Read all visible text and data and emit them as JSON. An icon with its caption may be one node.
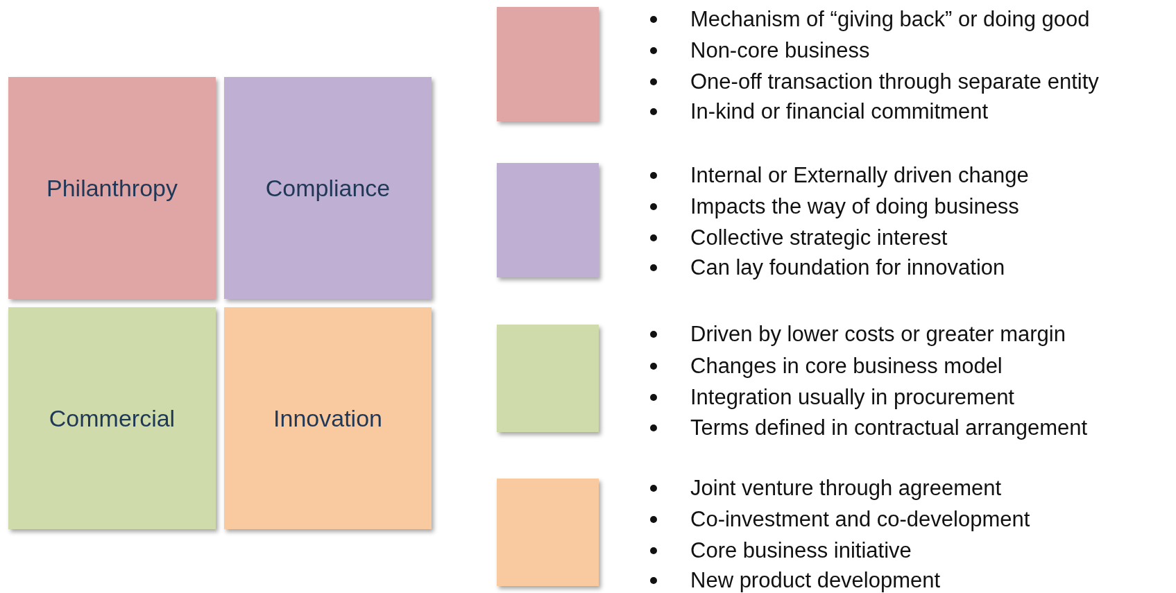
{
  "diagram": {
    "nodes": [
      {
        "text": [
          "Philanthropy"
        ]
      },
      {
        "text": [
          "Compliance"
        ]
      },
      {
        "text": [
          "Commercial"
        ]
      },
      {
        "text": [
          "Innovation"
        ]
      },
      {
        "text": [],
        "shape": "box",
        "beside": [
          "Mechanism of “giving back” or doing good",
          "Non-core business",
          "One-off transaction through separate entity",
          "In-kind or financial commitment"
        ]
      },
      {
        "text": [],
        "shape": "box",
        "beside": [
          "Internal or Externally driven change",
          "Impacts the way of doing business",
          "Collective strategic interest",
          "Can lay foundation for innovation"
        ]
      },
      {
        "text": [],
        "shape": "box",
        "beside": [
          "Driven by lower costs or greater margin",
          "Changes in core business model",
          "Integration usually in procurement",
          "Terms defined in contractual arrangement"
        ]
      },
      {
        "text": [],
        "shape": "box",
        "beside": [
          "Joint venture through agreement",
          "Co-investment and co-development",
          "Core business initiative",
          "New product development"
        ]
      }
    ]
  }
}
